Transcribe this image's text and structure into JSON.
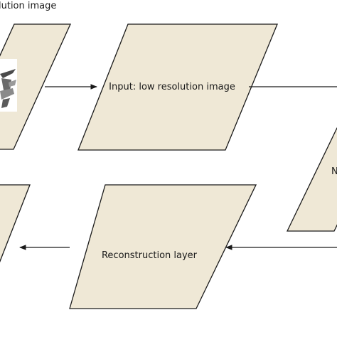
{
  "caption": {
    "text": "lution image"
  },
  "nodes": [
    {
      "id": "left-top-parallelogram",
      "label": ""
    },
    {
      "id": "input-parallelogram",
      "label": "Input: low resolution image"
    },
    {
      "id": "right-parallelogram",
      "label": "N"
    },
    {
      "id": "reconstruction-parallelogram",
      "label": "Reconstruction layer"
    },
    {
      "id": "left-bottom-parallelogram",
      "label": ""
    }
  ],
  "colors": {
    "shape_fill": "#efe8d6",
    "stroke": "#1a1a1a",
    "text": "#1a1a1a"
  }
}
